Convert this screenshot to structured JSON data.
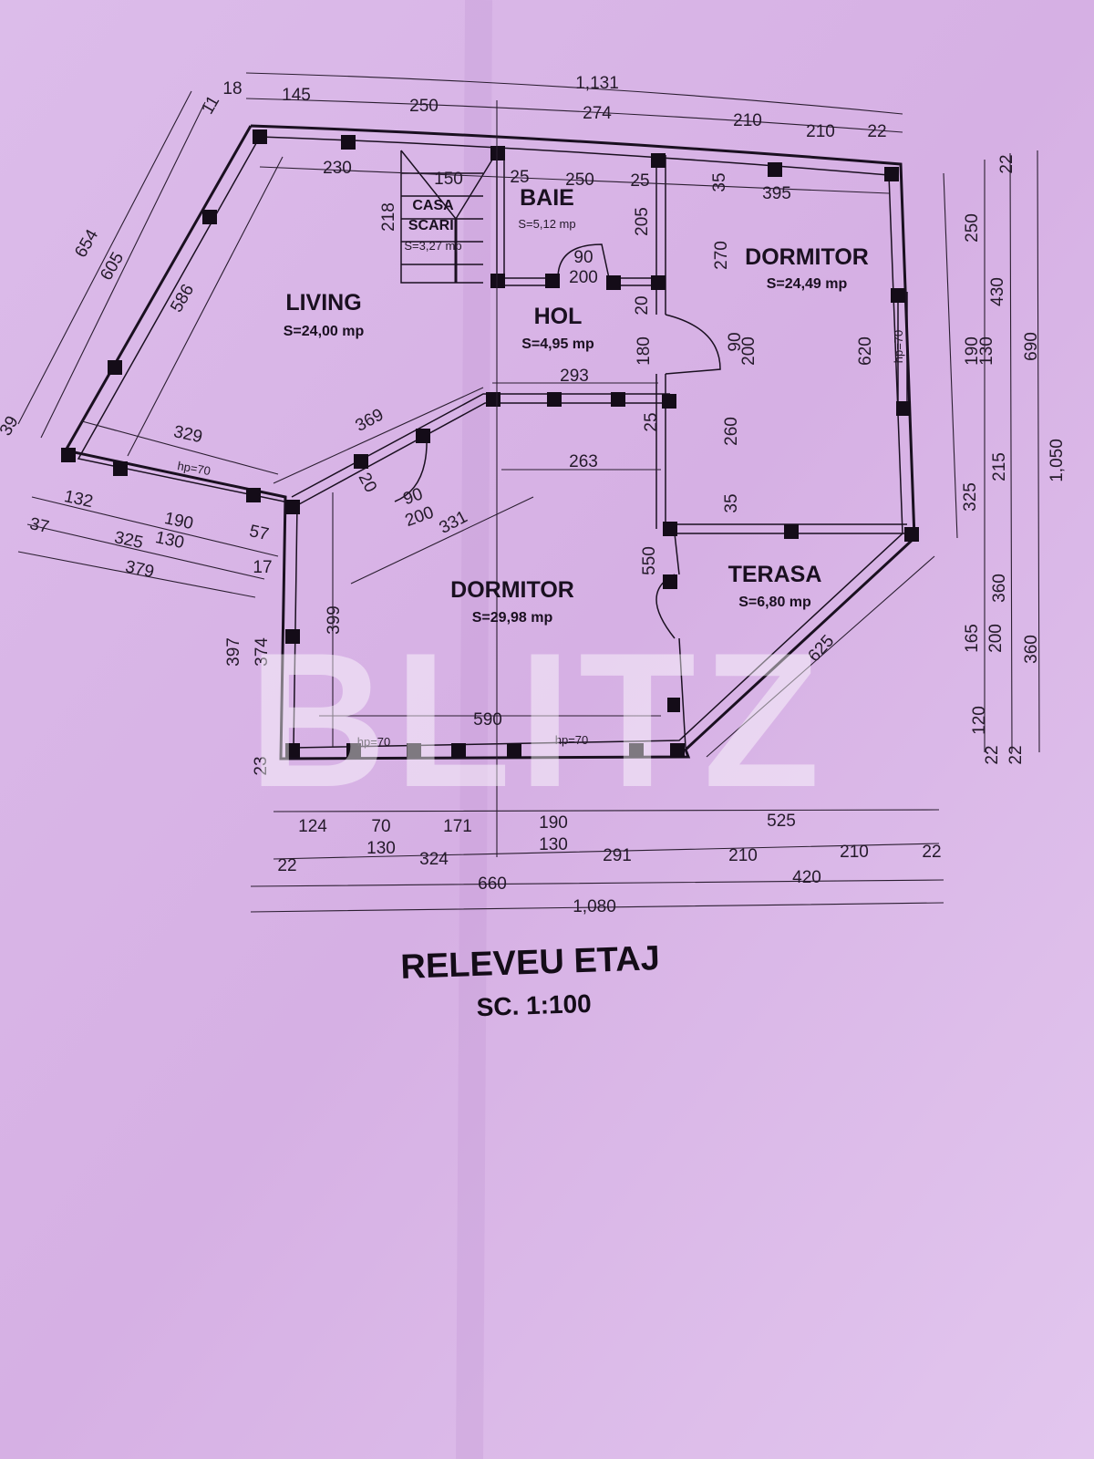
{
  "title": "RELEVEU ETAJ",
  "scale": "SC. 1:100",
  "watermark": "BLITZ",
  "colors": {
    "paper": "#d9b6e6",
    "ink": "#1a1020"
  },
  "rooms": [
    {
      "name": "LIVING",
      "area": "S=24,00 mp"
    },
    {
      "name": "CASA SCARII",
      "line1": "CASA",
      "line2": "SCARII",
      "area": "S=3,27 mp"
    },
    {
      "name": "BAIE",
      "area": "S=5,12 mp"
    },
    {
      "name": "HOL",
      "area": "S=4,95 mp"
    },
    {
      "name": "DORMITOR",
      "area": "S=24,49 mp"
    },
    {
      "name": "DORMITOR",
      "area": "S=29,98 mp"
    },
    {
      "name": "TERASA",
      "area": "S=6,80 mp"
    }
  ],
  "window_note": "hp=70",
  "dimensions": {
    "top": [
      "1,131",
      "18",
      "145",
      "250",
      "274",
      "210",
      "210",
      "22",
      "230",
      "150",
      "25",
      "250",
      "25",
      "35",
      "395",
      "11"
    ],
    "left": [
      "654",
      "605",
      "586",
      "39",
      "329",
      "369",
      "20",
      "90",
      "200",
      "331",
      "132",
      "190",
      "130",
      "57",
      "37",
      "325",
      "379",
      "17",
      "397",
      "374",
      "399",
      "23"
    ],
    "middle": [
      "218",
      "205",
      "270",
      "90",
      "200",
      "20",
      "180",
      "293",
      "90",
      "200",
      "263",
      "25",
      "260",
      "35",
      "550",
      "590",
      "620",
      "625"
    ],
    "right": [
      "22",
      "250",
      "430",
      "190",
      "130",
      "690",
      "1,050",
      "325",
      "215",
      "360",
      "165",
      "200",
      "360",
      "120",
      "22",
      "22"
    ],
    "bottom": [
      "124",
      "70",
      "171",
      "190",
      "525",
      "22",
      "130",
      "324",
      "130",
      "291",
      "210",
      "210",
      "22",
      "660",
      "420",
      "1,080"
    ]
  }
}
